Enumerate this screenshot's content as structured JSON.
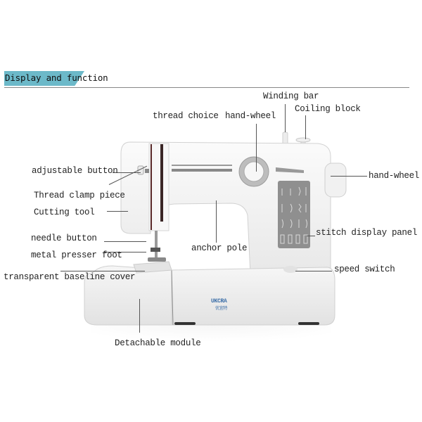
{
  "header": {
    "title": "Display and function",
    "accent_color": "#6cb9c9"
  },
  "product": {
    "brand": "UKCRA",
    "brand_sub": "优宜特"
  },
  "labels": {
    "winding_bar": "Winding bar",
    "coiling_block": "Coiling block",
    "thread_choice": "thread choice",
    "hand_wheel_top": "hand-wheel",
    "hand_wheel_right": "hand-wheel",
    "adjustable_button": "adjustable button",
    "thread_clamp_piece": "Thread clamp piece",
    "cutting_tool": "Cutting tool",
    "needle_button": "needle button",
    "metal_presser_foot": "metal presser foot",
    "anchor_pole": "anchor pole",
    "stitch_display_panel": "stitch display panel",
    "speed_switch": "speed switch",
    "transparent_baseline_cover": "transparent baseline cover",
    "detachable_module": "Detachable module"
  }
}
